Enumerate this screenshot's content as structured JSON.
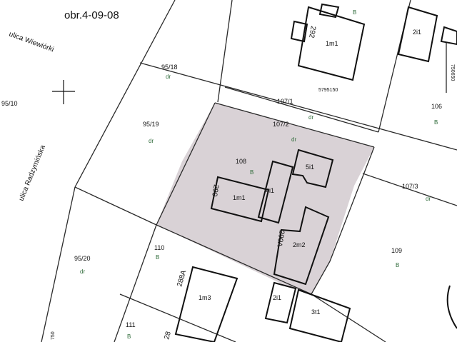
{
  "map": {
    "sheet_label": "obr.4-09-08",
    "streets": {
      "wiewiorki": "ulica Wiewiórki",
      "radzyminska": "ulica Radzymińska"
    },
    "parcels": [
      {
        "id": "95/10"
      },
      {
        "id": "95/18",
        "use": "dr"
      },
      {
        "id": "95/19",
        "use": "dr"
      },
      {
        "id": "95/20",
        "use": "dr"
      },
      {
        "id": "107/1",
        "use": "dr"
      },
      {
        "id": "107/2",
        "use": "dr"
      },
      {
        "id": "107/3",
        "use": "dr"
      },
      {
        "id": "106",
        "use": "B"
      },
      {
        "id": "108",
        "use": "B"
      },
      {
        "id": "109",
        "use": "B"
      },
      {
        "id": "110",
        "use": "B"
      },
      {
        "id": "111",
        "use": "B"
      }
    ],
    "top_b": "B",
    "buildings": [
      {
        "number": "292",
        "desc": "1m1"
      },
      {
        "desc": "2i1"
      },
      {
        "number": "290",
        "desc": "1m1"
      },
      {
        "desc": "4i1"
      },
      {
        "desc": "5i1"
      },
      {
        "number": "290A",
        "desc": "2m2"
      },
      {
        "number": "288A",
        "desc": "1m3"
      },
      {
        "desc": "2i1"
      },
      {
        "desc": "3t1"
      }
    ],
    "partial_number": "28",
    "survey_point": "5795150",
    "side_codes": [
      "750650",
      "750"
    ],
    "highlight_color": "#d9d2d6"
  }
}
